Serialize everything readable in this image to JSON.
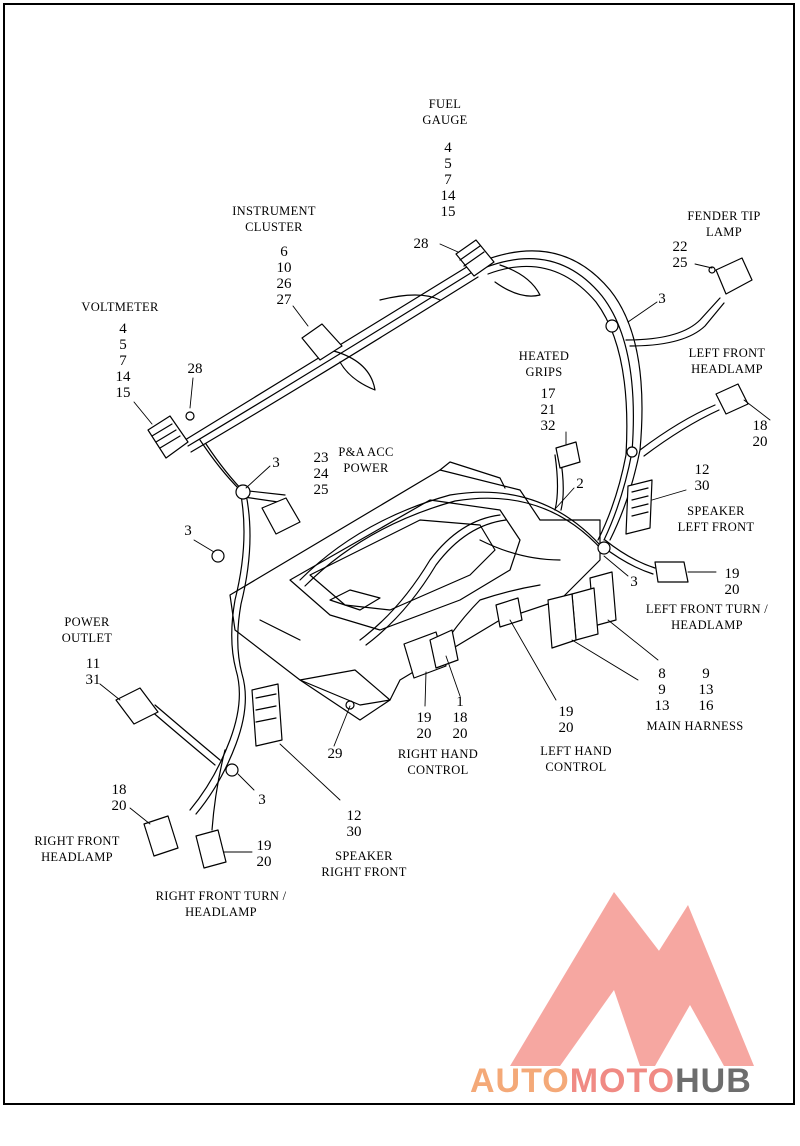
{
  "labels": {
    "fuel_gauge": "FUEL\nGAUGE",
    "fuel_gauge_nums": "4\n5\n7\n14\n15",
    "fuel_gauge_28": "28",
    "instrument_cluster": "INSTRUMENT\nCLUSTER",
    "instrument_cluster_nums": "6\n10\n26\n27",
    "voltmeter": "VOLTMETER",
    "voltmeter_nums": "4\n5\n7\n14\n15",
    "voltmeter_28": "28",
    "fender_tip_lamp": "FENDER TIP\nLAMP",
    "fender_tip_nums": "22\n25",
    "callout_3_a": "3",
    "left_front_headlamp": "LEFT FRONT\nHEADLAMP",
    "left_front_headlamp_nums": "18\n20",
    "heated_grips": "HEATED\nGRIPS",
    "heated_grips_nums": "17\n21\n32",
    "callout_2": "2",
    "pa_acc_power": "P&A ACC\nPOWER",
    "pa_acc_nums": "23\n24\n25",
    "callout_3_b": "3",
    "speaker_left_front_nums": "12\n30",
    "speaker_left_front": "SPEAKER\nLEFT FRONT",
    "callout_3_c": "3",
    "callout_3_d": "3",
    "left_front_turn_nums": "19\n20",
    "left_front_turn": "LEFT FRONT TURN /\nHEADLAMP",
    "power_outlet": "POWER\nOUTLET",
    "power_outlet_nums": "11\n31",
    "main_harness_nums_a": "9\n13\n16",
    "main_harness_nums_b": "8\n9\n13",
    "main_harness": "MAIN HARNESS",
    "right_hand_control_nums": "19\n20",
    "right_hand_control_nums2": "1\n18\n20",
    "right_hand_control": "RIGHT HAND\nCONTROL",
    "left_hand_control_nums": "19\n20",
    "left_hand_control": "LEFT HAND\nCONTROL",
    "callout_29": "29",
    "callout_3_e": "3",
    "right_front_headlamp_nums": "18\n20",
    "right_front_headlamp": "RIGHT FRONT\nHEADLAMP",
    "right_front_turn_nums": "19\n20",
    "right_front_turn": "RIGHT FRONT TURN /\nHEADLAMP",
    "speaker_right_front_nums": "12\n30",
    "speaker_right_front": "SPEAKER\nRIGHT FRONT"
  },
  "watermark": {
    "part1": "AUTO",
    "part2": "MOTO",
    "part3": "HUB",
    "color_auto": "#f4a978",
    "color_moto": "#f08a84",
    "color_hub": "#6d6d6d",
    "logo_color": "#f4a29c"
  }
}
